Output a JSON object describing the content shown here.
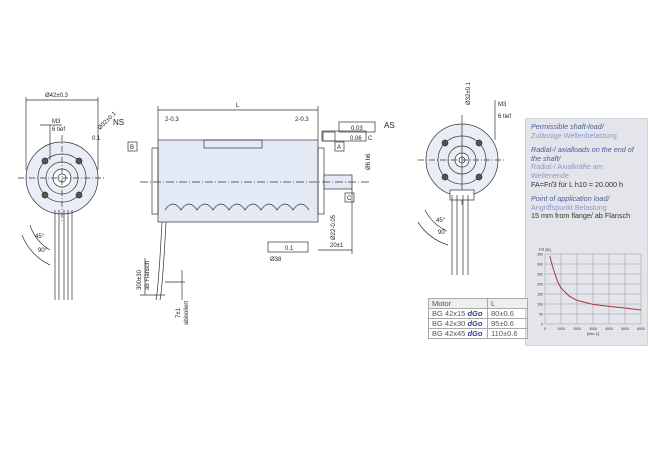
{
  "drawing": {
    "labels": {
      "length": "L",
      "offset_ns": "2-0.3",
      "offset_as": "2-0.3",
      "runout_1": "0.06",
      "ref_c": "C",
      "runout_2": "0.03",
      "datum_a": "A",
      "datum_b": "B",
      "datum_c": "C",
      "shaft_dia": "Ø6 h6",
      "flange_dia": "Ø22-0.05",
      "shaft_len": "20±1",
      "runout_3": "0.1",
      "pitch_dia": "Ø38",
      "ns": "NS",
      "as": "AS",
      "outer_dia": "Ø42±0.3",
      "thread": "M3",
      "thread_depth": "6 tief",
      "pcd": "Ø32±0.1",
      "pos_tol": "0.1",
      "angle_45": "45°",
      "angle_90": "90°",
      "cable_len": "300±30",
      "cable_ref": "ab Flansch",
      "strip_len": "7±1",
      "strip_ref": "abisoliert"
    }
  },
  "info": {
    "p1_en": "Permissible shaft-load/",
    "p1_de": "Zulässige Wellenbelastung",
    "p2_en": "Radial-/ axialloads on the end of the shaft/",
    "p2_de": "Radial-/ Axialkräfte am Wellenende",
    "formula": "FA=Fr/3 für L h10 = 20.000 h",
    "p3_en": "Point of application load/",
    "p3_de": "Angriffspunkt Belastung",
    "p3_val": "15 mm from flange/ ab Flansch"
  },
  "table": {
    "headers": [
      "Motor",
      "L"
    ],
    "rows": [
      [
        "BG 42x15 ",
        "dGo",
        "80±0.6"
      ],
      [
        "BG 42x30 ",
        "dGo",
        "95±0.6"
      ],
      [
        "BG 42x45 ",
        "dGo",
        "110±0.6"
      ]
    ]
  },
  "chart_data": {
    "type": "line",
    "ylabel": "FR [N]",
    "xlabel": "[min-1]",
    "xlim": [
      0,
      6000
    ],
    "ylim": [
      0,
      350
    ],
    "xticks": [
      0,
      1000,
      2000,
      3000,
      4000,
      5000,
      6000
    ],
    "yticks": [
      0,
      50,
      100,
      150,
      200,
      250,
      300,
      350
    ],
    "grid": true,
    "color": "#b0303a",
    "x": [
      300,
      500,
      800,
      1000,
      1500,
      2000,
      3000,
      4000,
      5000,
      6000
    ],
    "y": [
      340,
      280,
      210,
      180,
      140,
      118,
      98,
      88,
      80,
      70
    ]
  }
}
